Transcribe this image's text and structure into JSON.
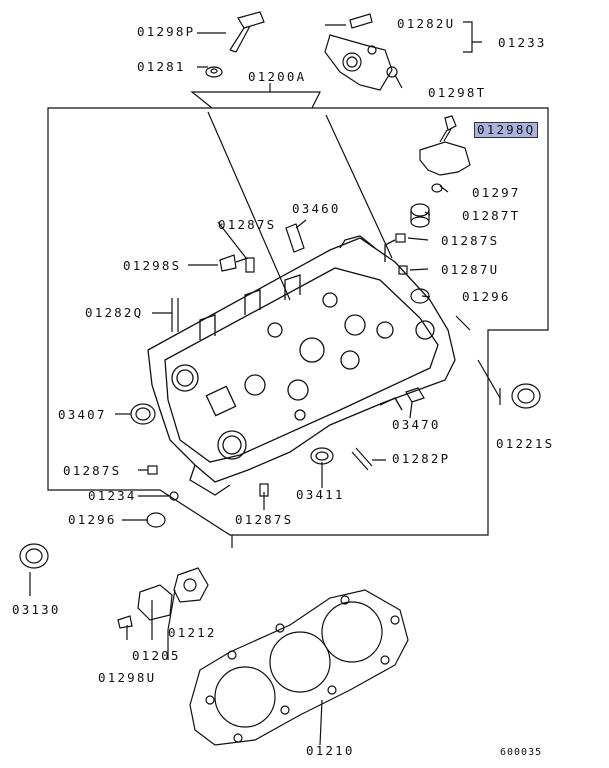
{
  "diagram": {
    "labels": {
      "p01298P": "01298P",
      "p01281": "01281",
      "p01200A": "01200A",
      "p01282U": "01282U",
      "p01233": "01233",
      "p01298T": "01298T",
      "p01298Q": "01298Q",
      "p01297": "01297",
      "p01287T": "01287T",
      "p01287S_a": "01287S",
      "p03460": "03460",
      "p01287S_b": "01287S",
      "p01298S": "01298S",
      "p01287U": "01287U",
      "p01296_a": "01296",
      "p01282Q": "01282Q",
      "p03407": "03407",
      "p03470": "03470",
      "p01221S": "01221S",
      "p01287S_c": "01287S",
      "p01282P": "01282P",
      "p03411": "03411",
      "p01234": "01234",
      "p01296_b": "01296",
      "p01287S_d": "01287S",
      "p03130": "03130",
      "p01212": "01212",
      "p01205": "01205",
      "p01298U": "01298U",
      "p01210": "01210"
    },
    "figure_number": "600035",
    "highlight_color": "#aab2e0"
  }
}
